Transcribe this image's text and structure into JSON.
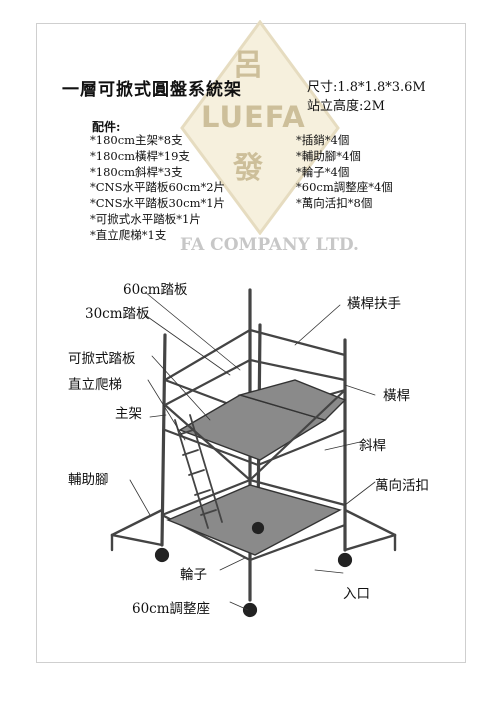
{
  "title": "一層可掀式圓盤系統架",
  "spec": {
    "size": "尺寸:1.8*1.8*3.6M",
    "height": "站立高度:2M"
  },
  "parts_title": "配件:",
  "parts_left": [
    "*180cm主架*8支",
    "*180cm橫桿*19支",
    "*180cm斜桿*3支",
    "*CNS水平踏板60cm*2片",
    "*CNS水平踏板30cm*1片",
    "*可掀式水平踏板*1片",
    "*直立爬梯*1支"
  ],
  "parts_right": [
    "*插銷*4個",
    "*輔助腳*4個",
    "*輪子*4個",
    "*60cm調整座*4個",
    "*萬向活扣*8個"
  ],
  "watermark": {
    "chinese_top": "呂",
    "english": "LUEFA",
    "chinese_bottom": "發",
    "company": "FA COMPANY LTD."
  },
  "labels": {
    "board60": "60cm踏板",
    "board30": "30cm踏板",
    "foldable_board": "可掀式踏板",
    "ladder": "直立爬梯",
    "main_frame": "主架",
    "outrigger": "輔助腳",
    "wheel": "輪子",
    "adjuster": "60cm調整座",
    "handrail": "橫桿扶手",
    "ledger": "橫桿",
    "diagonal": "斜桿",
    "coupler": "萬向活扣",
    "entrance": "入口"
  },
  "colors": {
    "watermark": "#cdbf9a",
    "frame": "#444444",
    "board": "#8a8a8a"
  }
}
